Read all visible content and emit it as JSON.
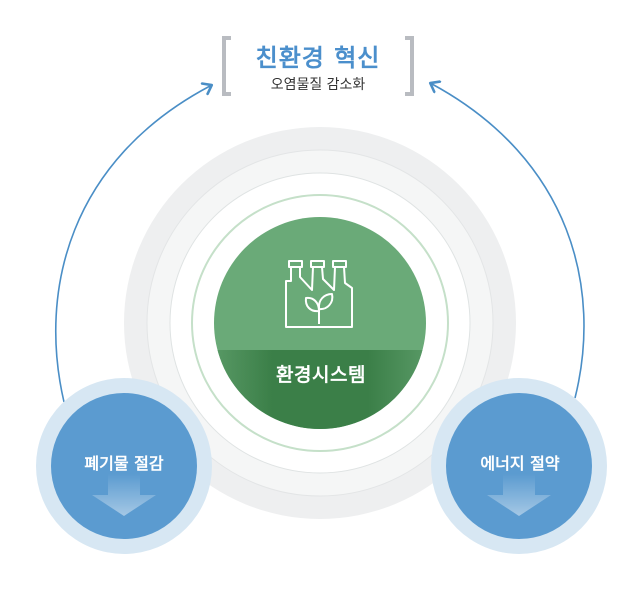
{
  "header": {
    "title": "친환경 혁신",
    "subtitle": "오염물질 감소화"
  },
  "center": {
    "label": "환경시스템",
    "icon": "factory-leaf-icon"
  },
  "nodes": [
    {
      "label": "폐기물 절감",
      "icon": "down-arrow-icon"
    },
    {
      "label": "에너지 절약",
      "icon": "down-arrow-icon"
    }
  ],
  "colors": {
    "title_blue": "#4b8fcc",
    "arrow_blue": "#4a8ec6",
    "center_green": "#66a878",
    "center_dark_green": "#3a7f46",
    "node_blue": "#5b9bd0",
    "ring_gray": "#eeeff0",
    "ring_green": "#b9dcbf"
  }
}
